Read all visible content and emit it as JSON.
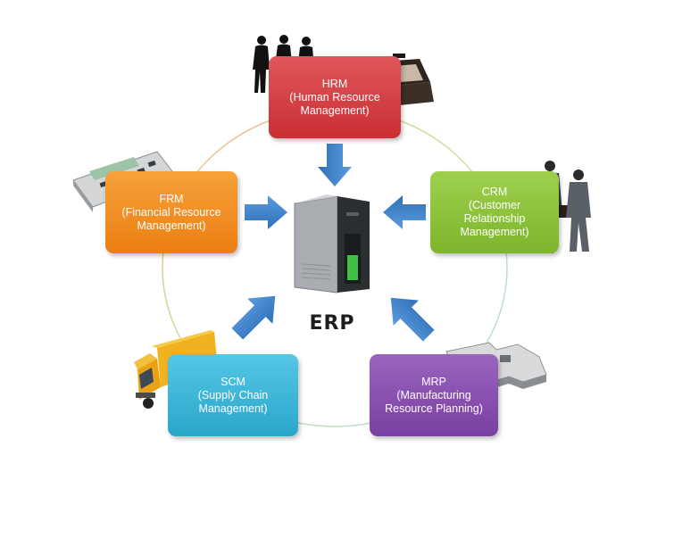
{
  "center": {
    "label": "ERP"
  },
  "modules": {
    "hrm": {
      "abbr": "HRM",
      "line1": "(Human Resource",
      "line2": "Management)",
      "line3": ""
    },
    "frm": {
      "abbr": "FRM",
      "line1": "(Financial Resource",
      "line2": "Management)",
      "line3": ""
    },
    "crm": {
      "abbr": "CRM",
      "line1": "(Customer",
      "line2": "Relationship",
      "line3": "Management)"
    },
    "scm": {
      "abbr": "SCM",
      "line1": "(Supply Chain",
      "line2": "Management)",
      "line3": ""
    },
    "mrp": {
      "abbr": "MRP",
      "line1": "(Manufacturing",
      "line2": "Resource Planning)",
      "line3": ""
    }
  },
  "colors": {
    "hrm": "#d9413f",
    "frm": "#f18c22",
    "crm": "#8dc63f",
    "scm": "#3bb4d8",
    "mrp": "#8a4fb0",
    "arrow": "#3f7fc4"
  },
  "icons": {
    "hrm": [
      "people-silhouettes-icon",
      "briefcase-icon"
    ],
    "frm": [
      "calculator-icon"
    ],
    "crm": [
      "businessmen-icon"
    ],
    "scm": [
      "truck-icon"
    ],
    "mrp": [
      "factory-building-icon"
    ],
    "center": [
      "server-icon"
    ]
  }
}
